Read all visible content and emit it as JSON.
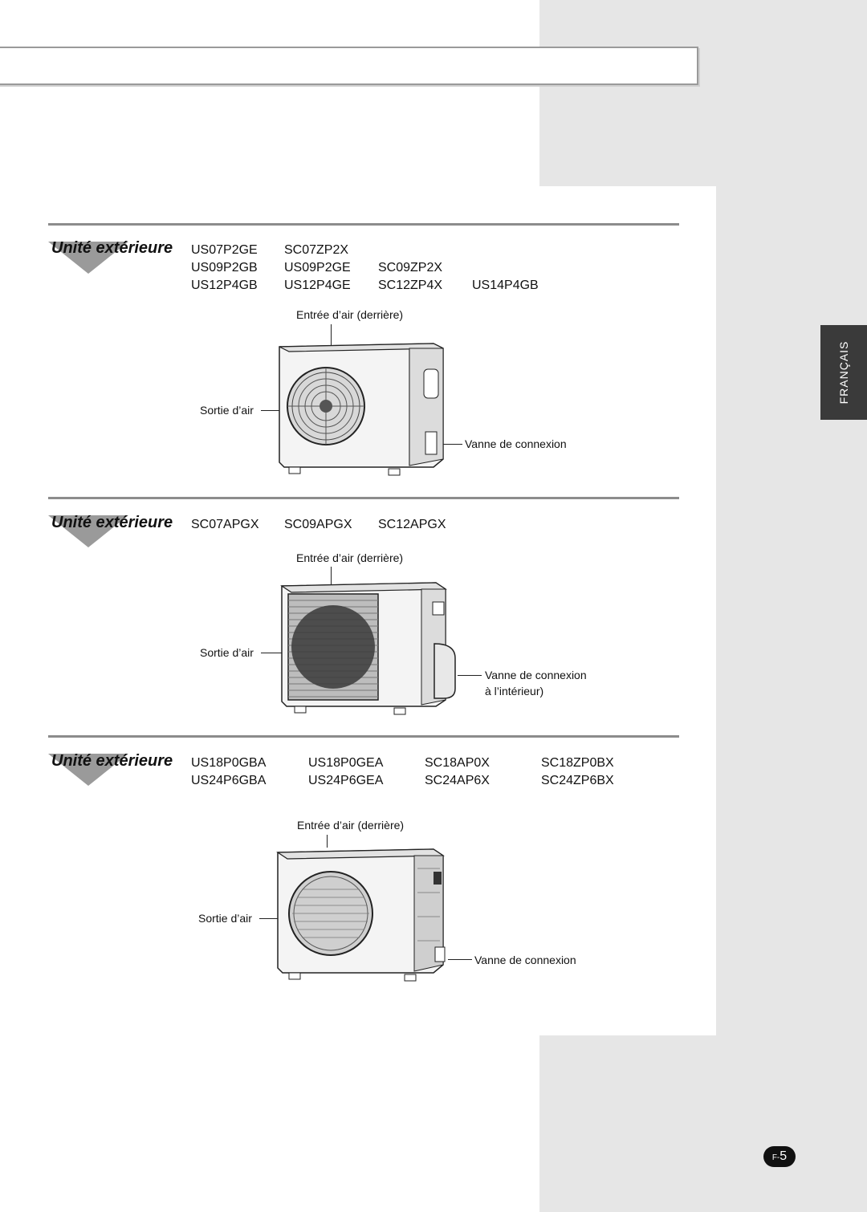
{
  "language_tab": "FRANÇAIS",
  "page_number": {
    "prefix": "F-",
    "number": "5"
  },
  "sections": [
    {
      "heading": "Unité extérieure",
      "models": [
        [
          "US07P2GE",
          "SC07ZP2X"
        ],
        [
          "US09P2GB",
          "US09P2GE",
          "SC09ZP2X"
        ],
        [
          "US12P4GB",
          "US12P4GE",
          "SC12ZP4X",
          "US14P4GB"
        ]
      ],
      "labels": {
        "air_in": "Entrée d’air (derrière)",
        "air_out": "Sortie d’air",
        "valve": "Vanne de connexion"
      }
    },
    {
      "heading": "Unité extérieure",
      "models": [
        [
          "SC07APGX",
          "SC09APGX",
          "SC12APGX"
        ]
      ],
      "labels": {
        "air_in": "Entrée d’air (derrière)",
        "air_out": "Sortie d’air",
        "valve": "Vanne de connexion",
        "valve_note": "à l’intérieur)"
      }
    },
    {
      "heading": "Unité extérieure",
      "models": [
        [
          "US18P0GBA",
          "US18P0GEA",
          "SC18AP0X",
          "SC18ZP0BX"
        ],
        [
          "US24P6GBA",
          "US24P6GEA",
          "SC24AP6X",
          "SC24ZP6BX"
        ]
      ],
      "labels": {
        "air_in": "Entrée d’air (derrière)",
        "air_out": "Sortie d’air",
        "valve": "Vanne de connexion"
      }
    }
  ]
}
